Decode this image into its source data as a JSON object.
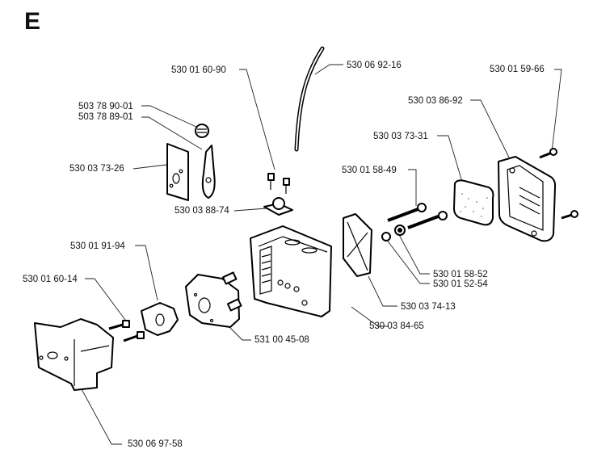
{
  "section": "E",
  "callouts": [
    {
      "id": "p1",
      "part": "530 01 60-90"
    },
    {
      "id": "p2",
      "part": "530 06 92-16"
    },
    {
      "id": "p3",
      "part": "530 01 59-66"
    },
    {
      "id": "p4",
      "part": "530 03 86-92"
    },
    {
      "id": "p5",
      "part": "503 78 90-01"
    },
    {
      "id": "p6",
      "part": "503 78 89-01"
    },
    {
      "id": "p7",
      "part": "530 03 73-31"
    },
    {
      "id": "p8",
      "part": "530 03 73-26"
    },
    {
      "id": "p9",
      "part": "530 01 58-49"
    },
    {
      "id": "p10",
      "part": "530 03 88-74"
    },
    {
      "id": "p11",
      "part": "530 01 91-94"
    },
    {
      "id": "p12",
      "part": "530 01 60-14"
    },
    {
      "id": "p13",
      "part": "530 01 58-52"
    },
    {
      "id": "p14",
      "part": "530 01 52-54"
    },
    {
      "id": "p15",
      "part": "530 03 74-13"
    },
    {
      "id": "p16",
      "part": "531 00 45-08"
    },
    {
      "id": "p17",
      "part": "530 03 84-65"
    },
    {
      "id": "p18",
      "part": "530 06 97-58"
    }
  ]
}
